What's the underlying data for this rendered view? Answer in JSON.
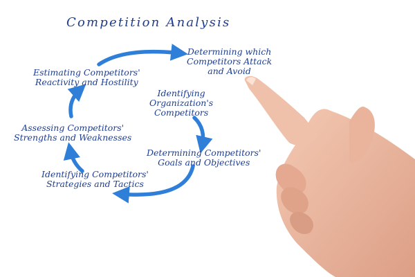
{
  "title": "Competition Analysis",
  "accent_color": "#2f7fd8",
  "text_color": "#1d3d8f",
  "nodes": [
    {
      "lines": [
        "Determining which",
        "Competitors Attack",
        "and Avoid"
      ]
    },
    {
      "lines": [
        "Identifying",
        "Organization's",
        "Competitors"
      ]
    },
    {
      "lines": [
        "Determining Competitors'",
        "Goals and Objectives"
      ]
    },
    {
      "lines": [
        "Identifying Competitors'",
        "Strategies and Tactics"
      ]
    },
    {
      "lines": [
        "Assessing Competitors'",
        "Strengths and Weaknesses"
      ]
    },
    {
      "lines": [
        "Estimating Competitors'",
        "Reactivity and Hostility"
      ]
    }
  ],
  "pointer_hand": "pointing-hand-image"
}
